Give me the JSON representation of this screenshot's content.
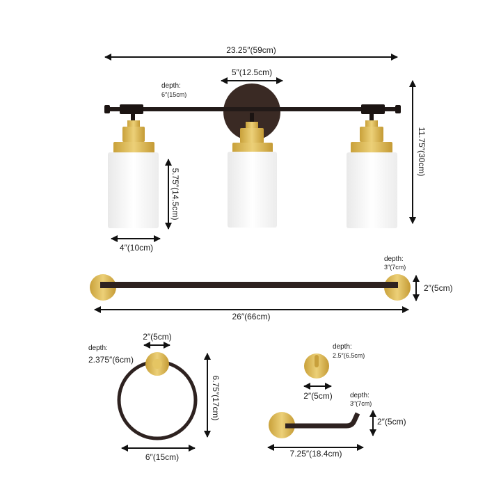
{
  "vanity_light": {
    "overall_width": "23.25″(59cm)",
    "backplate_width": "5″(12.5cm)",
    "depth_label": "depth:",
    "depth_value": "6″(15cm)",
    "shade_height": "5.75″(14.5cm)",
    "shade_width": "4″(10cm)",
    "overall_height": "11.75″(30cm)"
  },
  "towel_bar": {
    "depth_label": "depth:",
    "depth_value": "3″(7cm)",
    "height": "2″(5cm)",
    "width": "26″(66cm)"
  },
  "towel_ring": {
    "mount_width": "2″(5cm)",
    "depth_label": "depth:",
    "depth_value": "2.375″(6cm)",
    "height": "6.75″(17cm)",
    "width": "6″(15cm)"
  },
  "robe_hook": {
    "depth_label": "depth:",
    "depth_value": "2.5″(6.5cm)",
    "width": "2″(5cm)"
  },
  "paper_holder": {
    "depth_label": "depth:",
    "depth_value": "3″(7cm)",
    "height": "2″(5cm)",
    "width": "7.25″(18.4cm)"
  },
  "colors": {
    "bronze": "#2e2220",
    "brass": "#d9b64a",
    "glass": "#f2f2f2",
    "ink": "#111111"
  }
}
